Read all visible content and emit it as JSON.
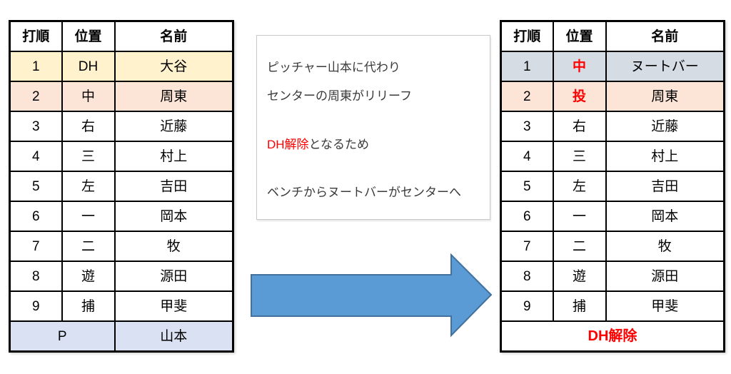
{
  "colors": {
    "border": "#000000",
    "red": "#ff0000",
    "arrow-fill": "#5B9BD5",
    "arrow-stroke": "#41719C",
    "row-cream": "#FFF2CC",
    "row-peach": "#FCE4D6",
    "row-lavender": "#D9E1F2",
    "row-bluegray": "#D6DCE4",
    "note-border": "#C9C9C9",
    "note-text": "#3A3A3A"
  },
  "left_table": {
    "headers": {
      "order": "打順",
      "position": "位置",
      "name": "名前"
    },
    "rows": [
      {
        "order": "1",
        "position": "DH",
        "name": "大谷"
      },
      {
        "order": "2",
        "position": "中",
        "name": "周東"
      },
      {
        "order": "3",
        "position": "右",
        "name": "近藤"
      },
      {
        "order": "4",
        "position": "三",
        "name": "村上"
      },
      {
        "order": "5",
        "position": "左",
        "name": "吉田"
      },
      {
        "order": "6",
        "position": "一",
        "name": "岡本"
      },
      {
        "order": "7",
        "position": "二",
        "name": "牧"
      },
      {
        "order": "8",
        "position": "遊",
        "name": "源田"
      },
      {
        "order": "9",
        "position": "捕",
        "name": "甲斐"
      }
    ],
    "footer": {
      "label": "P",
      "name": "山本"
    }
  },
  "note_box": {
    "line1": "ピッチャー山本に代わり",
    "line2": "センターの周東がリリーフ",
    "line3_highlight": "DH解除",
    "line3_rest": "となるため",
    "line4": "ベンチからヌートバーがセンターへ"
  },
  "right_table": {
    "headers": {
      "order": "打順",
      "position": "位置",
      "name": "名前"
    },
    "rows": [
      {
        "order": "1",
        "position": "中",
        "name": "ヌートバー"
      },
      {
        "order": "2",
        "position": "投",
        "name": "周東"
      },
      {
        "order": "3",
        "position": "右",
        "name": "近藤"
      },
      {
        "order": "4",
        "position": "三",
        "name": "村上"
      },
      {
        "order": "5",
        "position": "左",
        "name": "吉田"
      },
      {
        "order": "6",
        "position": "一",
        "name": "岡本"
      },
      {
        "order": "7",
        "position": "二",
        "name": "牧"
      },
      {
        "order": "8",
        "position": "遊",
        "name": "源田"
      },
      {
        "order": "9",
        "position": "捕",
        "name": "甲斐"
      }
    ],
    "footer": {
      "label": "DH解除"
    }
  }
}
